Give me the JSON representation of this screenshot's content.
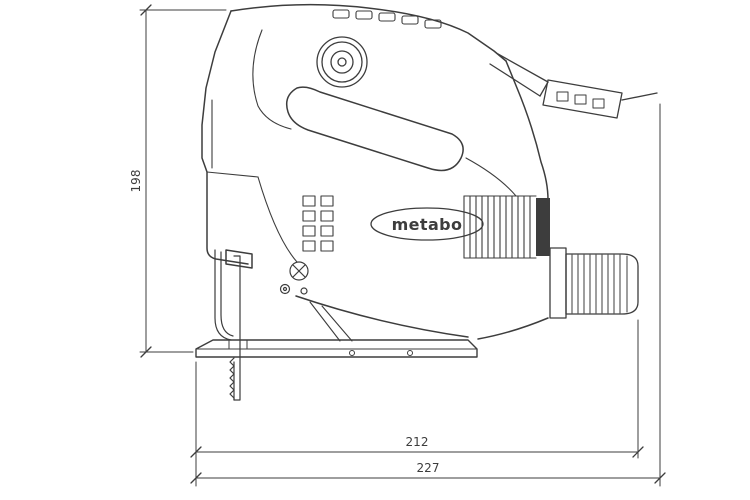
{
  "drawing": {
    "brand": "metabo",
    "colors": {
      "line": "#3d3d3d",
      "background": "#ffffff"
    },
    "dimensions": {
      "height": "198",
      "length": "212",
      "length_overall": "227"
    }
  }
}
